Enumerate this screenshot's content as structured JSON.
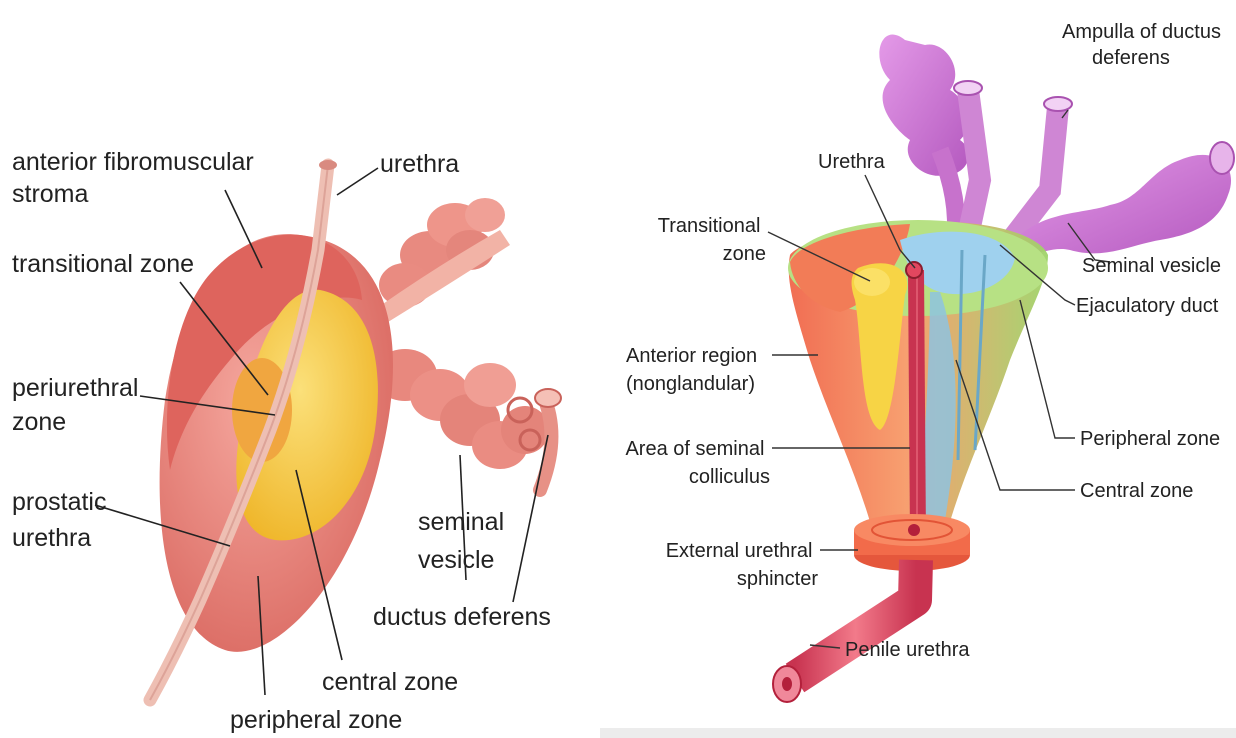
{
  "left_figure": {
    "labels": {
      "anterior_fibromuscular_stroma": [
        "anterior fibromuscular",
        "stroma"
      ],
      "urethra": "urethra",
      "transitional_zone": "transitional zone",
      "periurethral_zone": [
        "periurethral",
        "zone"
      ],
      "prostatic_urethra": [
        "prostatic",
        "urethra"
      ],
      "seminal_vesicle": [
        "seminal",
        "vesicle"
      ],
      "ductus_deferens": "ductus deferens",
      "central_zone": "central zone",
      "peripheral_zone": "peripheral zone"
    }
  },
  "right_figure": {
    "labels": {
      "ampulla": [
        "Ampulla of ductus",
        "deferens"
      ],
      "urethra": "Urethra",
      "transitional_zone": [
        "Transitional",
        "zone"
      ],
      "seminal_vesicle": "Seminal vesicle",
      "ejaculatory_duct": "Ejaculatory duct",
      "anterior_region": [
        "Anterior region",
        "(nonglandular)"
      ],
      "peripheral_zone": "Peripheral zone",
      "seminal_colliculus": [
        "Area of seminal",
        "colliculus"
      ],
      "central_zone": "Central zone",
      "external_urethral_sphincter": [
        "External urethral",
        "sphincter"
      ],
      "penile_urethra": "Penile urethra"
    }
  },
  "colors": {
    "peripheral_left": "#e8837a",
    "anterior_stroma": "#e06a63",
    "transitional_yellow": "#f3c51c",
    "central_yellow": "#f5c842",
    "vesicle_pink": "#ec8f86",
    "right_anterior_red": "#f4704a",
    "right_green": "#a9dc72",
    "right_blue": "#8ec8e8",
    "right_purple": "#c777cf",
    "urethra_red": "#e2475f"
  }
}
